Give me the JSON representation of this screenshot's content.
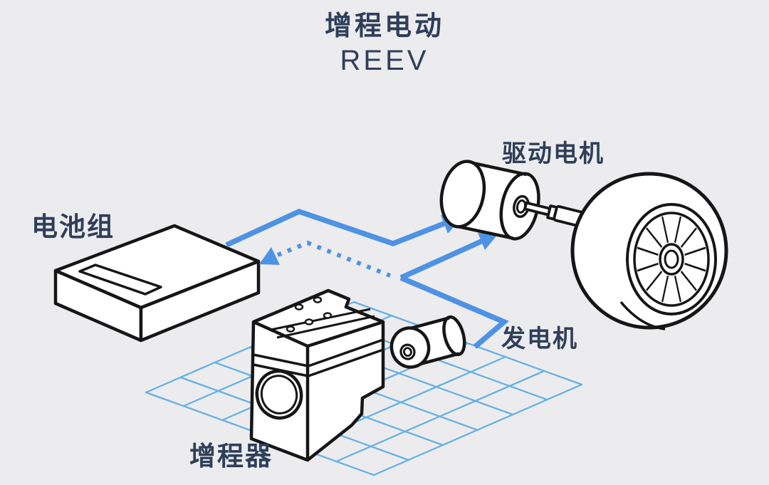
{
  "title": {
    "line1": "增程电动",
    "line2": "REEV"
  },
  "components": {
    "battery": {
      "label": "电池组"
    },
    "drive_motor": {
      "label": "驱动电机"
    },
    "generator": {
      "label": "发电机"
    },
    "range_extender": {
      "label": "增程器"
    }
  },
  "flows": {
    "battery_to_motor": "solid-arrow",
    "generator_to_motor": "solid-arrow",
    "generator_to_battery_charging": "dotted-arrow"
  },
  "colors": {
    "background": "#ECECEE",
    "arrow_blue": "#4E92E4",
    "grid_blue": "#58ABE2",
    "outline_black": "#161616",
    "text_navy": "#2F3E5A"
  }
}
